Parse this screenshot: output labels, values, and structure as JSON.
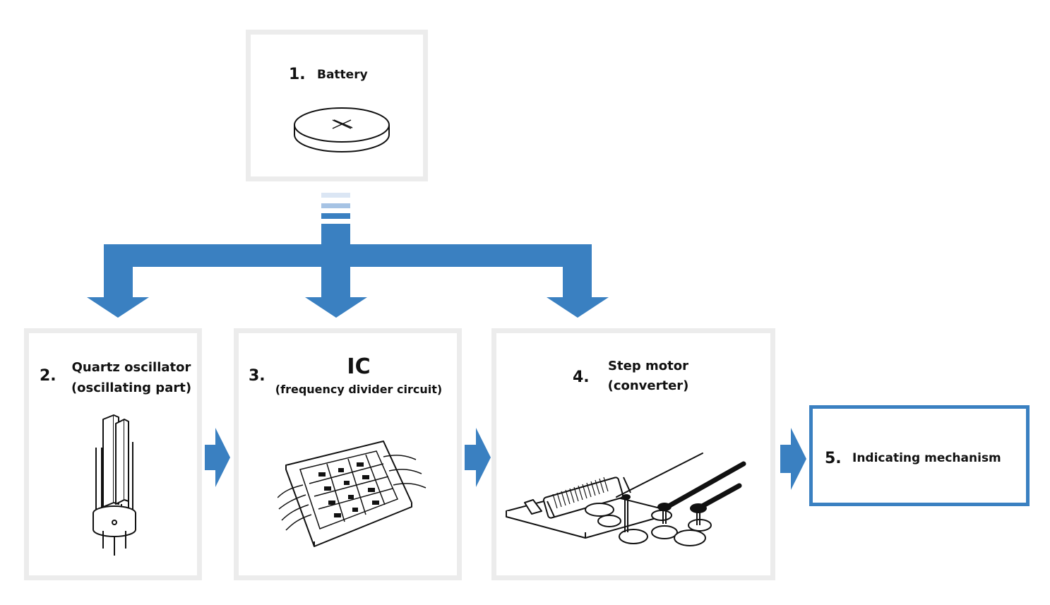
{
  "colors": {
    "arrow": "#3a80c1",
    "box_border": "#ececec",
    "highlight_border": "#3a80c1",
    "line_art": "#111111"
  },
  "battery": {
    "number": "1.",
    "title": "Battery",
    "icon": "coin-cell-battery-icon"
  },
  "quartz": {
    "number": "2.",
    "title": "Quartz oscillator",
    "subtitle": "(oscillating part)",
    "icon": "quartz-crystal-icon"
  },
  "ic": {
    "number": "3.",
    "title": "IC",
    "subtitle": "(frequency divider circuit)",
    "icon": "integrated-circuit-icon"
  },
  "motor": {
    "number": "4.",
    "title": "Step motor",
    "subtitle": "(converter)",
    "icon": "step-motor-gear-train-icon"
  },
  "indicator": {
    "number": "5.",
    "title": "Indicating mechanism"
  }
}
